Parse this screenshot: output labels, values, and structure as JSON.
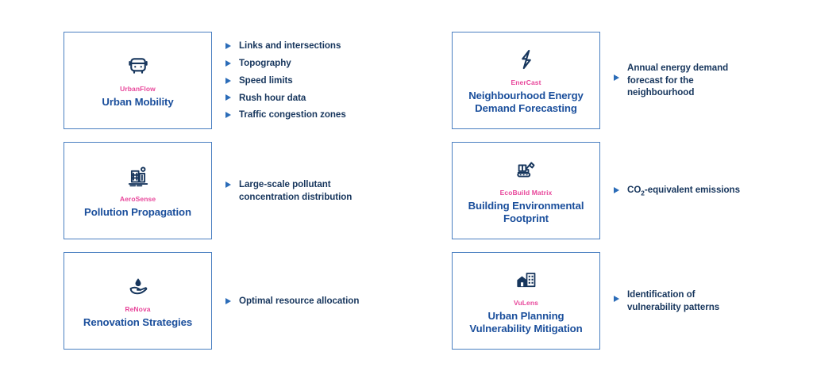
{
  "theme": {
    "card_border": "#4a7fc1",
    "code_color": "#e8479b",
    "title_color": "#1b4f9c",
    "bullet_color": "#2b6cb8",
    "text_color": "#17365d",
    "background": "#ffffff"
  },
  "columns": [
    {
      "rows": [
        {
          "card": {
            "icon": "bus-icon",
            "code": "UrbanFlow",
            "title": "Urban\nMobility"
          },
          "outcomes": [
            "Links and intersections",
            "Topography",
            "Speed limits",
            "Rush hour data",
            "Traffic congestion zones"
          ]
        },
        {
          "card": {
            "icon": "factory-emissions-icon",
            "code": "AeroSense",
            "title": "Pollution Propagation"
          },
          "outcomes": [
            "Large-scale pollutant\nconcentration distribution"
          ]
        },
        {
          "card": {
            "icon": "hand-droplet-icon",
            "code": "ReNova",
            "title": "Renovation Strategies"
          },
          "outcomes": [
            "Optimal resource allocation"
          ]
        }
      ]
    },
    {
      "rows": [
        {
          "card": {
            "icon": "lightning-bolt-icon",
            "code": "EnerCast",
            "title": "Neighbourhood Energy\nDemand Forecasting"
          },
          "outcomes": [
            "Annual energy demand\nforecast for the\nneighbourhood"
          ]
        },
        {
          "card": {
            "icon": "excavator-icon",
            "code": "EcoBuild Matrix",
            "title": "Building Environmental\nFootprint"
          },
          "outcomes": [
            "CO2-equivalent emissions"
          ],
          "outcomes_html": [
            "CO<sub>2</sub>-equivalent emissions"
          ]
        },
        {
          "card": {
            "icon": "buildings-icon",
            "code": "VuLens",
            "title": "Urban Planning\nVulnerability Mitigation"
          },
          "outcomes": [
            "Identification of\nvulnerability patterns"
          ]
        }
      ]
    }
  ]
}
